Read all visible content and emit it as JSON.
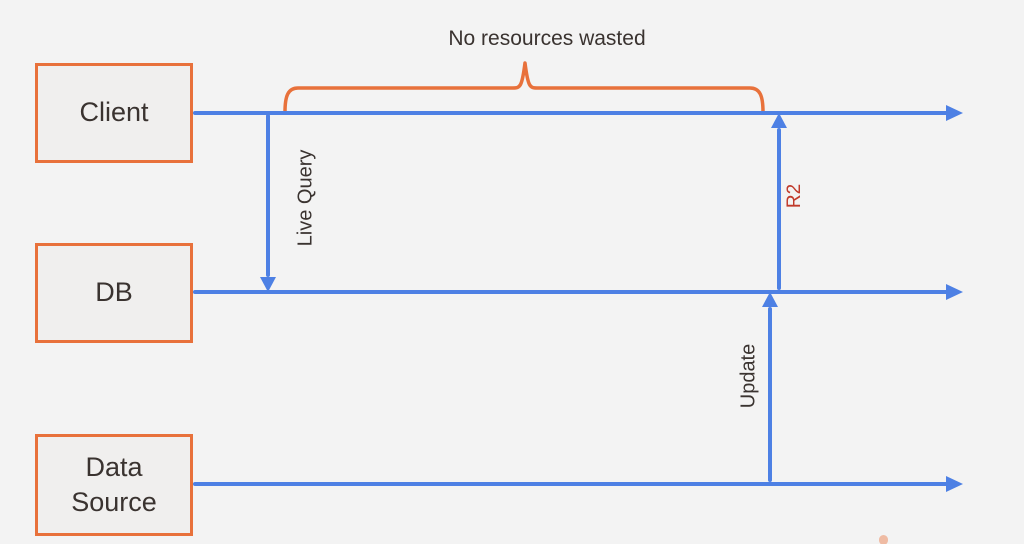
{
  "diagram": {
    "annotation": {
      "label": "No resources wasted"
    },
    "actors": [
      {
        "id": "client",
        "label": "Client"
      },
      {
        "id": "db",
        "label": "DB"
      },
      {
        "id": "data-source",
        "label": "Data Source"
      }
    ],
    "messages": [
      {
        "id": "live-query",
        "label": "Live Query",
        "from": "Client",
        "to": "DB",
        "direction": "down"
      },
      {
        "id": "r2",
        "label": "R2",
        "from": "DB",
        "to": "Client",
        "direction": "up"
      },
      {
        "id": "update",
        "label": "Update",
        "from": "Data Source",
        "to": "DB",
        "direction": "up"
      }
    ],
    "colors": {
      "timeline_blue": "#4d80e4",
      "accent_orange": "#e8713b",
      "r2_label_red": "#c03a2b",
      "text_dark": "#3a3330",
      "box_fill": "#f0efee",
      "background": "#f3f3f3"
    }
  }
}
